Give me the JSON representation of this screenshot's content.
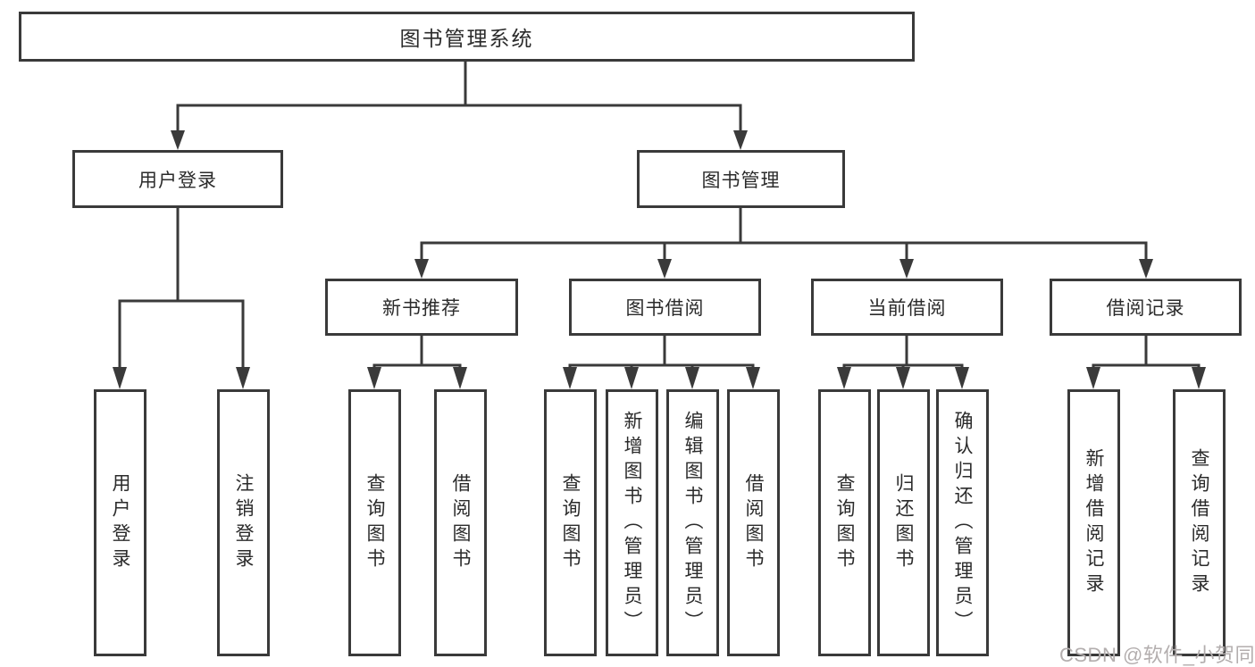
{
  "diagram": {
    "root": {
      "label": "图书管理系统"
    },
    "branches": [
      {
        "label": "用户登录",
        "leaves": [
          {
            "label": "用户登录"
          },
          {
            "label": "注销登录"
          }
        ]
      },
      {
        "label": "图书管理",
        "groups": [
          {
            "label": "新书推荐",
            "leaves": [
              {
                "label": "查询图书"
              },
              {
                "label": "借阅图书"
              }
            ]
          },
          {
            "label": "图书借阅",
            "leaves": [
              {
                "label": "查询图书"
              },
              {
                "label": "新增图书（管理员）"
              },
              {
                "label": "编辑图书（管理员）"
              },
              {
                "label": "借阅图书"
              }
            ]
          },
          {
            "label": "当前借阅",
            "leaves": [
              {
                "label": "查询图书"
              },
              {
                "label": "归还图书"
              },
              {
                "label": "确认归还（管理员）"
              }
            ]
          },
          {
            "label": "借阅记录",
            "leaves": [
              {
                "label": "新增借阅记录"
              },
              {
                "label": "查询借阅记录"
              }
            ]
          }
        ]
      }
    ],
    "watermark": "CSDN @软件_小贺同学",
    "colors": {
      "line": "#3a3a3a",
      "text": "#2b2b2b",
      "watermark": "#b3aeae",
      "background": "#ffffff"
    }
  }
}
